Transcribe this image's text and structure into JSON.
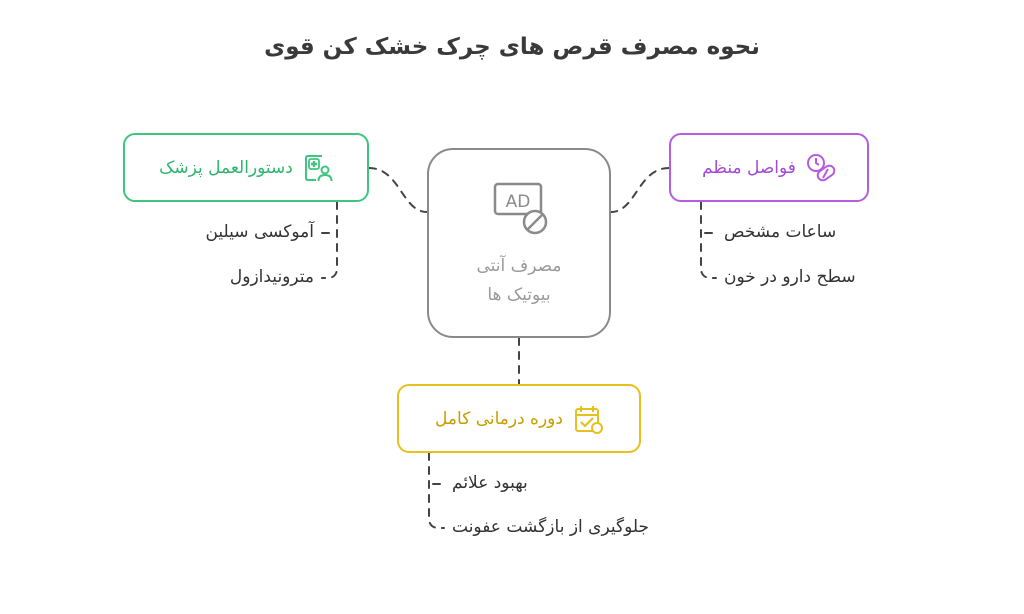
{
  "title": "نحوه مصرف قرص های چرک خشک کن قوی",
  "center": {
    "line1": "مصرف آنتی",
    "line2": "بیوتیک ها",
    "icon": "ad-block-icon"
  },
  "nodes": {
    "protocol": {
      "label": "دستورالعمل پزشک",
      "icon": "medical-document-user-icon",
      "color": "#3fc57f",
      "items": [
        "آموکسی سیلین",
        "مترونیدازول"
      ]
    },
    "intervals": {
      "label": "فواصل منظم",
      "icon": "clock-pill-icon",
      "color": "#b65ce0",
      "items": [
        "ساعات مشخص",
        "سطح دارو در خون"
      ]
    },
    "course": {
      "label": "دوره درمانی کامل",
      "icon": "calendar-check-icon",
      "color": "#e6c11d",
      "items": [
        "بهبود علائم",
        "جلوگیری از بازگشت عفونت"
      ]
    }
  }
}
